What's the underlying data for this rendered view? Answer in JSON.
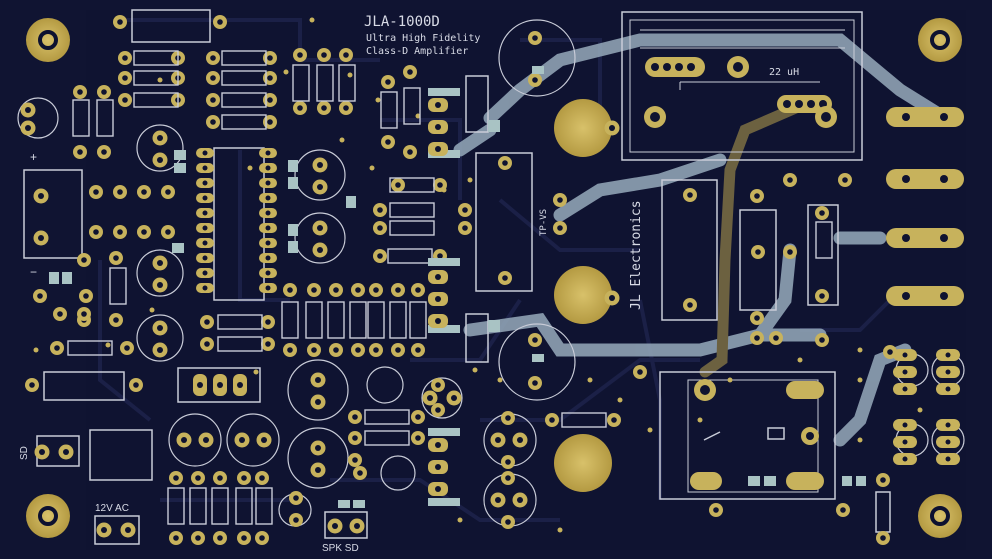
{
  "board": {
    "title": "JLA-1000D",
    "subtitle_line1": "Ultra High Fidelity",
    "subtitle_line2": "Class-D Amplifier",
    "vendor": "JL Electronics",
    "inductor_label": "22 uH",
    "test_point_label": "TP-VS",
    "power_label": "12V AC",
    "speaker_label": "SPK SD",
    "sd_label": "SD"
  },
  "colors": {
    "background": "#111634",
    "copper_pour": "#0f1330",
    "trace": "#1c2148",
    "bright_trace": "#8fa2b4",
    "gold": "#c7b25c",
    "silk": "#d8dbe6",
    "amber_trace": "#6c6140"
  }
}
